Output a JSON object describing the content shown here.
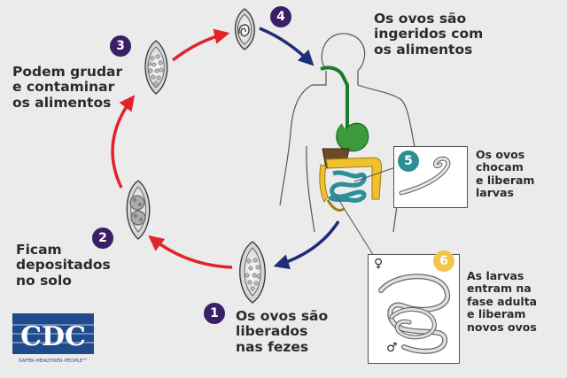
{
  "steps": [
    {
      "number": "1",
      "label_lines": [
        "Os ovos são",
        "liberados",
        "nas fezes"
      ]
    },
    {
      "number": "2",
      "label_lines": [
        "Ficam",
        "depositados",
        "no solo"
      ]
    },
    {
      "number": "3",
      "label_lines": [
        "Podem grudar",
        "e contaminar",
        "os alimentos"
      ]
    },
    {
      "number": "4",
      "label_lines": [
        "Os ovos são",
        "ingeridos com",
        "os alimentos"
      ]
    },
    {
      "number": "5",
      "label_lines": [
        "Os ovos",
        "chocam",
        "e liberam",
        "larvas"
      ]
    },
    {
      "number": "6",
      "label_lines": [
        "As larvas",
        "entram na",
        "fase adulta",
        "e liberam",
        "novos ovos"
      ]
    }
  ],
  "symbols": {
    "female": "♀",
    "male": "♂"
  },
  "logo": {
    "text": "CDC",
    "tagline": "SAFER·HEALTHIER·PEOPLE™"
  },
  "colors": {
    "red_arrow": "#e0242a",
    "blue_arrow": "#1d2d78",
    "badge_purple": "#3a1f66",
    "badge_teal": "#2a8f95",
    "badge_yellow": "#f2c44a",
    "logo_blue": "#1f4a8c"
  }
}
